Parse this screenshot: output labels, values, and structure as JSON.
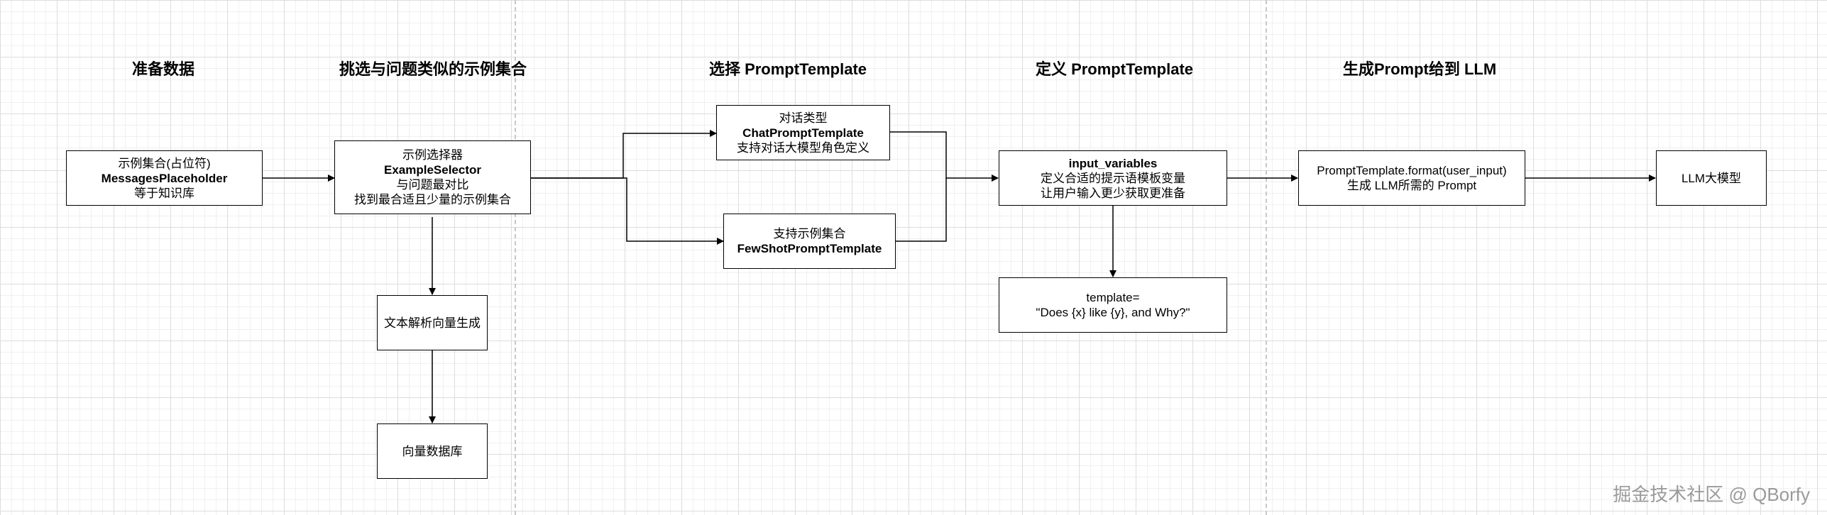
{
  "headings": {
    "prepare": "准备数据",
    "select_examples": "挑选与问题类似的示例集合",
    "choose_template": "选择 PromptTemplate",
    "define_template": "定义 PromptTemplate",
    "generate": "生成Prompt给到 LLM"
  },
  "nodes": {
    "example_set": {
      "line1": "示例集合(占位符)",
      "line2": "MessagesPlaceholder",
      "line3": "等于知识库"
    },
    "example_selector": {
      "line1": "示例选择器",
      "line2": "ExampleSelector",
      "line3": "与问题最对比",
      "line4": "找到最合适且少量的示例集合"
    },
    "text_parse": {
      "line1": "文本解析向量生成"
    },
    "vector_db": {
      "line1": "向量数据库"
    },
    "chat_template": {
      "line1": "对话类型",
      "line2": "ChatPromptTemplate",
      "line3": "支持对话大模型角色定义"
    },
    "fewshot_template": {
      "line1": "支持示例集合",
      "line2": "FewShotPromptTemplate"
    },
    "input_variables": {
      "line1": "input_variables",
      "line2": "定义合适的提示语模板变量",
      "line3": "让用户输入更少获取更准备"
    },
    "template_example": {
      "line1": "template=",
      "line2": "\"Does {x} like {y}, and Why?\""
    },
    "format": {
      "line1": "PromptTemplate.format(user_input)",
      "line2": "生成 LLM所需的 Prompt"
    },
    "llm": {
      "line1": "LLM大模型"
    }
  },
  "watermark": "掘金技术社区 @ QBorfy",
  "colors": {
    "line": "#000000",
    "separator": "#c8c8c8",
    "grid": "#dddddd",
    "watermark": "#9a9a9a"
  }
}
